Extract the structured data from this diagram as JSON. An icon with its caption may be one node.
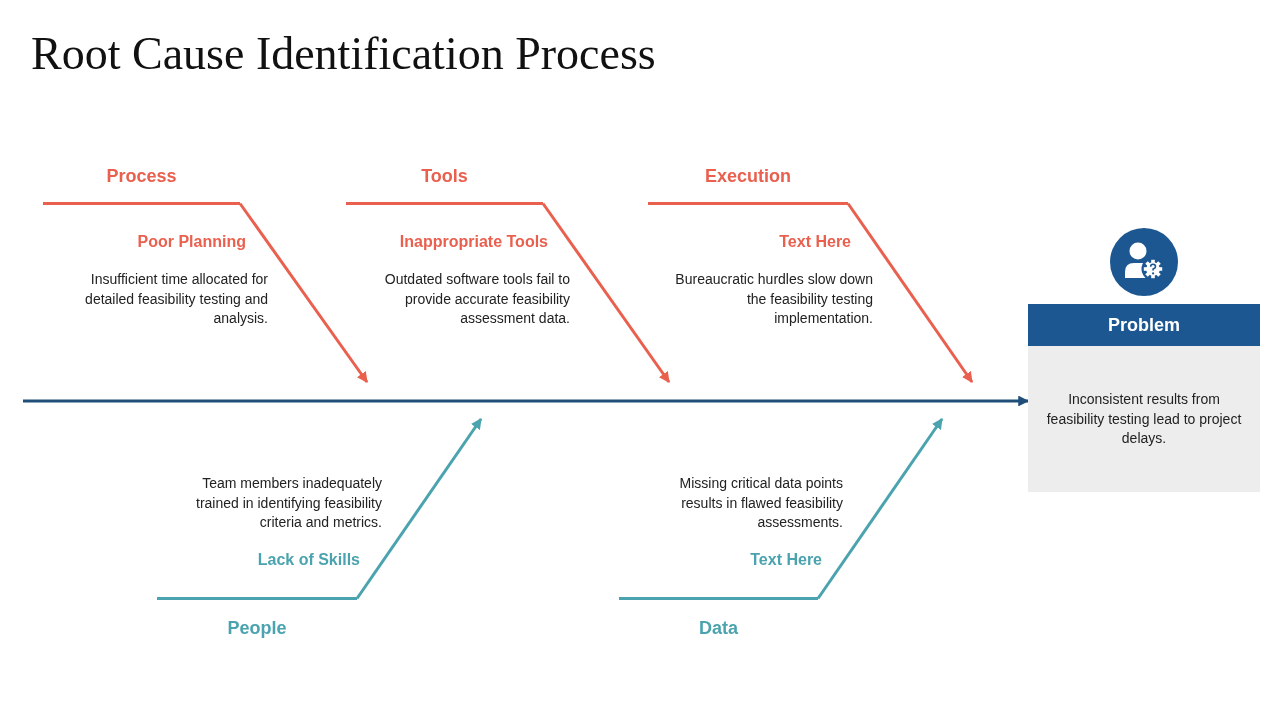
{
  "diagram": {
    "title": "Root Cause Identification Process",
    "nodes": [
      {
        "text": [
          "Process"
        ],
        "beside": [
          "Poor Planning",
          "Insufficient time allocated for detailed feasibility testing and analysis."
        ]
      },
      {
        "text": [
          "Tools"
        ],
        "beside": [
          "Inappropriate Tools",
          "Outdated software tools fail to provide accurate feasibility assessment data."
        ]
      },
      {
        "text": [
          "Execution"
        ],
        "beside": [
          "Text Here",
          "Bureaucratic hurdles slow down the feasibility testing implementation."
        ]
      },
      {
        "text": [
          "Problem",
          "Inconsistent results from feasibility testing lead to project delays."
        ]
      },
      {
        "text": [
          "People"
        ],
        "beside": [
          "Team members inadequately trained in identifying feasibility criteria and metrics.",
          "Lack of Skills"
        ]
      },
      {
        "text": [
          "Data"
        ],
        "beside": [
          "Missing critical data points results in flawed feasibility assessments.",
          "Text Here"
        ]
      }
    ],
    "edges": [
      {
        "from": 0,
        "to": null,
        "arrow": "to"
      },
      {
        "from": 1,
        "to": null,
        "arrow": "to"
      },
      {
        "from": 2,
        "to": null,
        "arrow": "to"
      },
      {
        "from": null,
        "to": 3,
        "arrow": "to",
        "color": "#1f4e79"
      },
      {
        "from": 4,
        "to": null,
        "arrow": "to",
        "color": "#4aa3ae"
      },
      {
        "from": 5,
        "to": null,
        "arrow": "to",
        "color": "#4aa3ae"
      }
    ]
  }
}
